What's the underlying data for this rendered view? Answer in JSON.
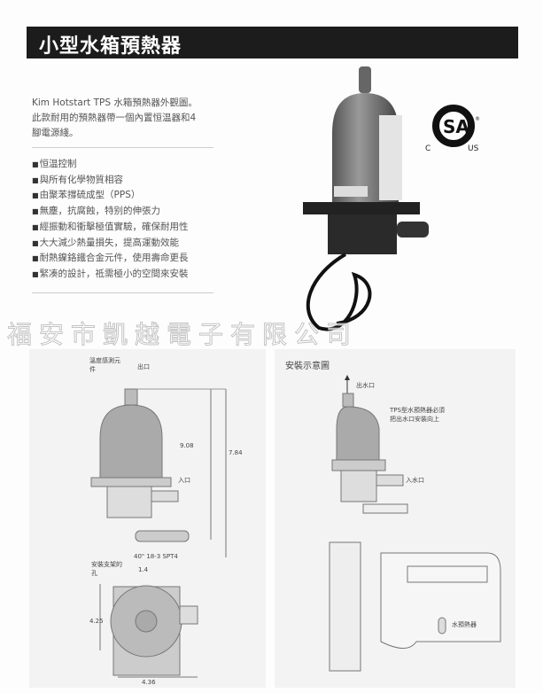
{
  "header": {
    "title": "小型水箱預熱器"
  },
  "intro": {
    "line1": "Kim Hotstart TPS 水箱預熱器外觀圖。",
    "line2": "此款耐用的預熱器帶一個內置恒温器和4",
    "line3": "腳電源綫。"
  },
  "features": [
    "恒温控制",
    "與所有化學物質相容",
    "由聚苯撐硫成型（PPS）",
    "無塵，抗腐蝕，特别的伸張力",
    "經振動和衝擊極值實驗，確保耐用性",
    "大大減少熱量損失，提高運動效能",
    "耐熱鎳鉻鐵合金元件，使用壽命更長",
    "緊凑的設計，祗需極小的空間來安裝"
  ],
  "certification": {
    "mark": "SA",
    "left": "C",
    "right": "US",
    "registered": "®"
  },
  "watermark": "福安市凱越電子有限公司",
  "dimension_drawing": {
    "sensor_label": "溫度感測元件",
    "outlet_label": "出口",
    "inlet_label": "入口",
    "dim_height_inner": "9.08",
    "dim_height_outer": "7.84",
    "cord_label": "40\" 18-3 SPT4",
    "dim_spacing": "1.4",
    "bracket_label": "安裝支架的孔",
    "dim_side": "4.25",
    "dim_width": "4.36"
  },
  "install_diagram": {
    "title": "安裝示意圖",
    "outlet_label": "出水口",
    "note": "TPS型水預熱器必須把出水口安裝向上",
    "inlet_label": "入水口",
    "heater_label": "水預熱器"
  }
}
